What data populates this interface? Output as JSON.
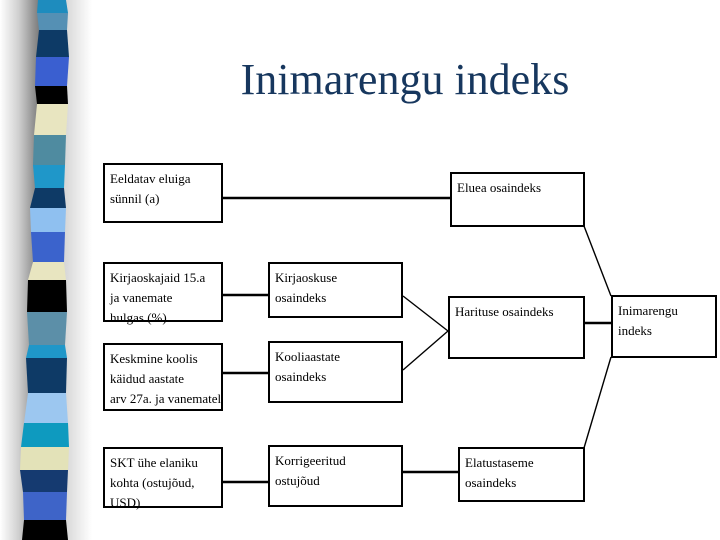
{
  "slide": {
    "title": "Inimarengu indeks",
    "title_color": "#17375E",
    "background_color": "#FFFFFF",
    "line_color": "#000000"
  },
  "diagram": {
    "nodes": {
      "eeldatav": {
        "label": "Eeldatav eluiga\nsünnil (a)"
      },
      "eluea": {
        "label": "Eluea osaindeks"
      },
      "kirjaoskajaid": {
        "label": "Kirjaoskajaid 15.a\nja vanemate\nhulgas (%)"
      },
      "kirjaoskuse": {
        "label": "Kirjaoskuse\nosaindeks"
      },
      "keskmine": {
        "label": "Keskmine koolis\nkäidud aastate\narv 27a. ja vanematel"
      },
      "kooliaastate": {
        "label": "Kooliaastate\nosaindeks"
      },
      "harituse": {
        "label": "Harituse osaindeks"
      },
      "inimarengu": {
        "label": "Inimarengu\nindeks"
      },
      "skt": {
        "label": "SKT ühe elaniku\nkohta (ostujõud,\nUSD)"
      },
      "korrigeeritud": {
        "label": "Korrigeeritud\nostujõud"
      },
      "elatustaseme": {
        "label": "Elatustaseme\nosaindeks"
      }
    },
    "edges": [
      {
        "from": "eeldatav",
        "to": "eluea"
      },
      {
        "from": "kirjaoskajaid",
        "to": "kirjaoskuse"
      },
      {
        "from": "keskmine",
        "to": "kooliaastate"
      },
      {
        "from": "skt",
        "to": "korrigeeritud"
      },
      {
        "from": "kirjaoskuse",
        "to": "harituse"
      },
      {
        "from": "kooliaastate",
        "to": "harituse"
      },
      {
        "from": "korrigeeritud",
        "to": "elatustaseme"
      },
      {
        "from": "eluea",
        "to": "inimarengu"
      },
      {
        "from": "harituse",
        "to": "inimarengu"
      },
      {
        "from": "elatustaseme",
        "to": "inimarengu"
      }
    ]
  },
  "sidebar": {
    "segments": [
      {
        "color": "#1E8CBE",
        "height": 13
      },
      {
        "color": "#5590B4",
        "height": 17
      },
      {
        "color": "#0D3A66",
        "height": 27
      },
      {
        "color": "#3A5FD0",
        "height": 29
      },
      {
        "color": "#000000",
        "height": 18
      },
      {
        "color": "#E8E5C0",
        "height": 31
      },
      {
        "color": "#4F8BA0",
        "height": 30
      },
      {
        "color": "#1F97C9",
        "height": 23
      },
      {
        "color": "#0E3A66",
        "height": 20
      },
      {
        "color": "#8FC0F0",
        "height": 24
      },
      {
        "color": "#3B63CC",
        "height": 30
      },
      {
        "color": "#E8E5C0",
        "height": 18
      },
      {
        "color": "#000000",
        "height": 32
      },
      {
        "color": "#5C8FA8",
        "height": 33
      },
      {
        "color": "#1F97C9",
        "height": 13
      },
      {
        "color": "#0E3A66",
        "height": 35
      },
      {
        "color": "#9CC7F0",
        "height": 30
      },
      {
        "color": "#0E9ABF",
        "height": 24
      },
      {
        "color": "#E3E2B8",
        "height": 23
      },
      {
        "color": "#153A70",
        "height": 22
      },
      {
        "color": "#3E64C8",
        "height": 28
      },
      {
        "color": "#000000",
        "height": 20
      }
    ]
  }
}
